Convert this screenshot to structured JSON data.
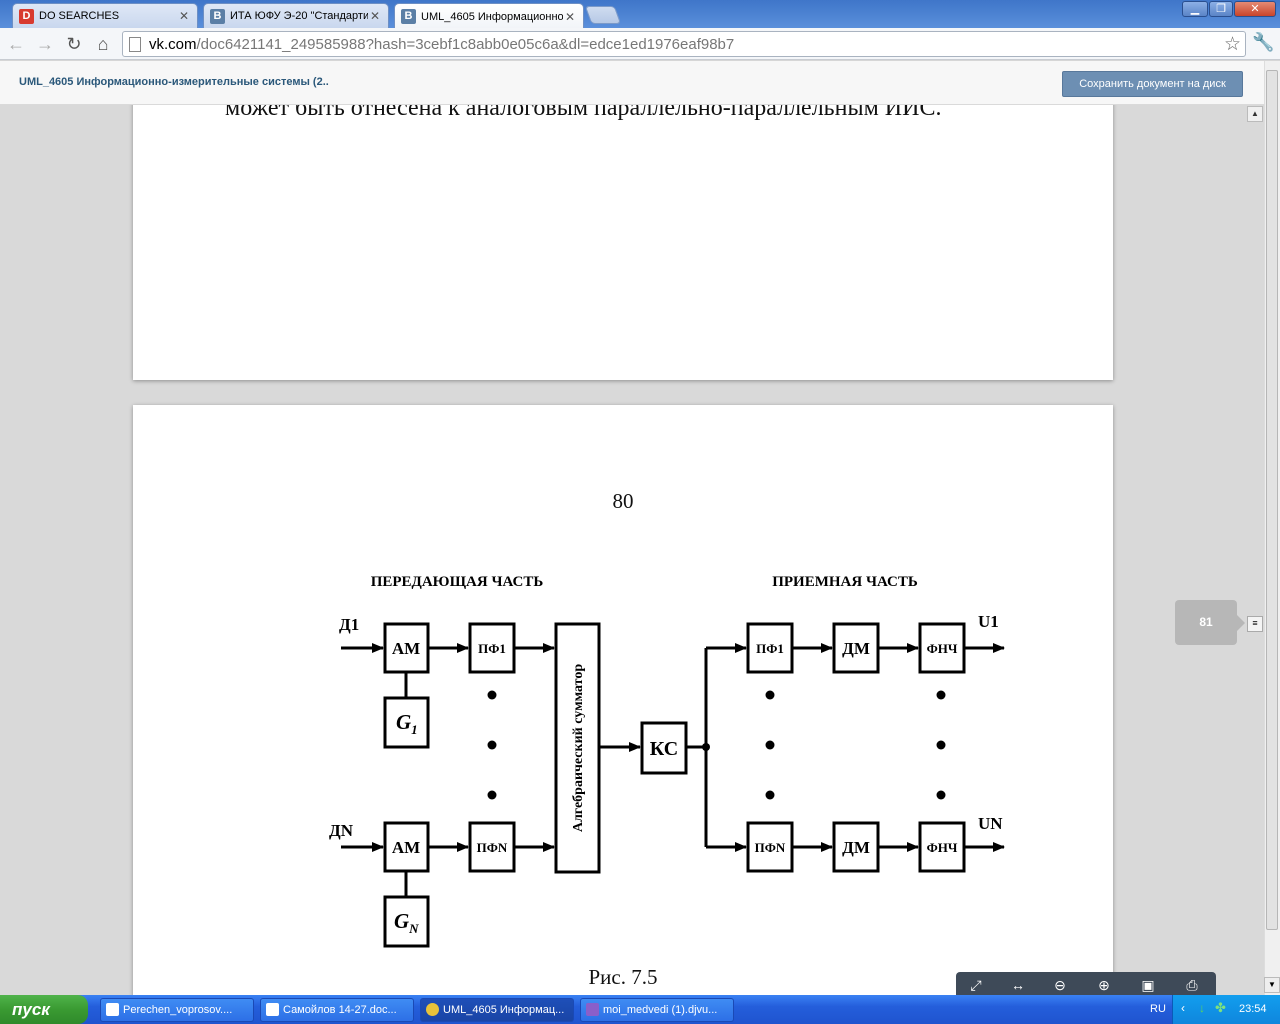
{
  "tabs": [
    {
      "label": "DO SEARCHES",
      "favicon": "D",
      "color": "#d83a2f"
    },
    {
      "label": "ИТА ЮФУ Э-20 \"Стандарти",
      "favicon": "B",
      "color": "#5b7fa6"
    },
    {
      "label": "UML_4605 Информационно-",
      "favicon": "B",
      "color": "#5b7fa6"
    }
  ],
  "address": {
    "domain": "vk.com",
    "path": "/doc6421141_249585988?hash=3cebf1c8abb0e05c6a&dl=edce1ed1976eaf98b7"
  },
  "docbar": {
    "title": "UML_4605 Информационно-измерительные системы (2..",
    "save_label": "Сохранить документ на диск"
  },
  "page1": {
    "text": "может быть отнесена к аналоговым параллельно-параллельным ИИС."
  },
  "page2": {
    "number": "80",
    "caption": "Рис. 7.5",
    "diagram": {
      "tx_heading": "ПЕРЕДАЮЩАЯ ЧАСТЬ",
      "rx_heading": "ПРИЕМНАЯ ЧАСТЬ",
      "in_top": "Д1",
      "in_bottom": "ДN",
      "am": "АМ",
      "g1": "G",
      "g1_sub": "1",
      "gn": "G",
      "gn_sub": "N",
      "pf1": "ПФ1",
      "pfn": "ПФN",
      "summator": "Алгебраический сумматор",
      "ks": "КС",
      "dm": "ДМ",
      "fnch": "ФНЧ",
      "out_top": "U1",
      "out_bottom": "UN"
    }
  },
  "page_indicator": "81",
  "taskbar": {
    "start": "пуск",
    "tasks": [
      "Perechen_voprosov....",
      "Самойлов 14-27.doc...",
      "UML_4605 Информац...",
      "moi_medvedi (1).djvu..."
    ],
    "lang": "RU",
    "clock": "23:54"
  }
}
